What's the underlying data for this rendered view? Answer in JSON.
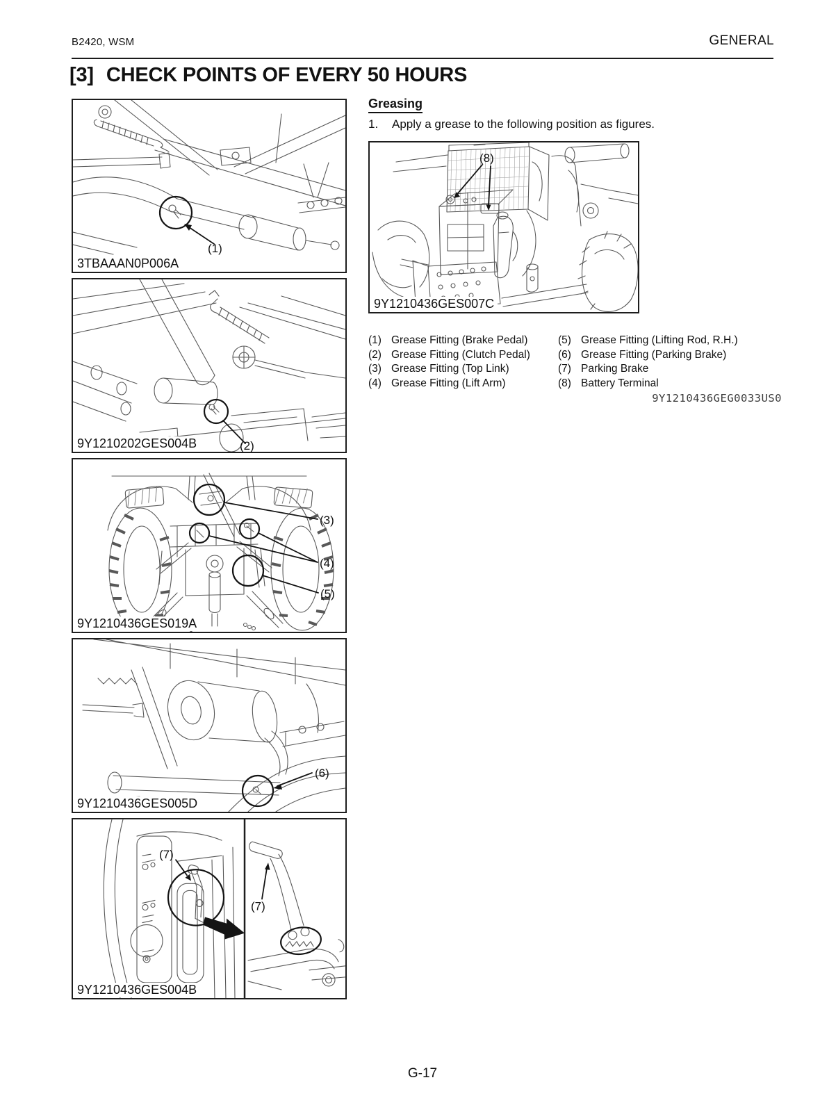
{
  "page": {
    "header_left": "B2420, WSM",
    "header_right": "GENERAL",
    "section_number": "[3]",
    "section_title": "CHECK POINTS OF EVERY 50 HOURS",
    "footer_page": "G-17"
  },
  "greasing": {
    "heading": "Greasing",
    "step_number": "1.",
    "step_text": "Apply a grease to the following position as figures.",
    "ref_code": "9Y1210436GEG0033US0"
  },
  "figures": {
    "fig1": {
      "caption": "3TBAAAN0P006A",
      "callout_1": "(1)"
    },
    "fig2": {
      "caption": "9Y1210202GES004B",
      "callout_2": "(2)"
    },
    "fig3": {
      "caption": "9Y1210436GES019A",
      "callout_3": "(3)",
      "callout_4": "(4)",
      "callout_5": "(5)"
    },
    "fig4": {
      "caption": "9Y1210436GES005D",
      "callout_6": "(6)"
    },
    "fig5": {
      "caption": "9Y1210436GES004B",
      "callout_7a": "(7)",
      "callout_7b": "(7)"
    },
    "fig6": {
      "caption": "9Y1210436GES007C",
      "callout_8": "(8)"
    }
  },
  "legend": {
    "col1": [
      {
        "num": "(1)",
        "label": "Grease Fitting (Brake Pedal)"
      },
      {
        "num": "(2)",
        "label": "Grease Fitting (Clutch Pedal)"
      },
      {
        "num": "(3)",
        "label": "Grease Fitting (Top Link)"
      },
      {
        "num": "(4)",
        "label": "Grease Fitting (Lift Arm)"
      }
    ],
    "col2": [
      {
        "num": "(5)",
        "label": "Grease Fitting (Lifting Rod, R.H.)"
      },
      {
        "num": "(6)",
        "label": "Grease Fitting (Parking Brake)"
      },
      {
        "num": "(7)",
        "label": "Parking Brake"
      },
      {
        "num": "(8)",
        "label": "Battery Terminal"
      }
    ]
  },
  "colors": {
    "ink": "#111111",
    "drawing_line": "#585858"
  }
}
